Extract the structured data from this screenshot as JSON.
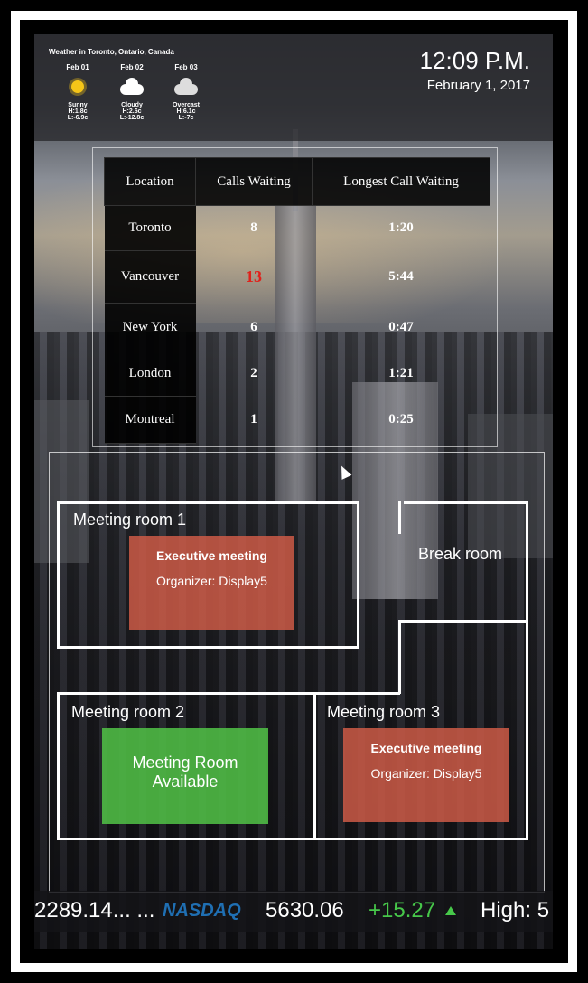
{
  "weather": {
    "title": "Weather in Toronto, Ontario, Canada",
    "days": [
      {
        "date": "Feb 01",
        "icon": "sun-icon",
        "condition": "Sunny",
        "high": "H:1.8c",
        "low": "L:-6.9c"
      },
      {
        "date": "Feb 02",
        "icon": "cloud-icon",
        "condition": "Cloudy",
        "high": "H:2.6c",
        "low": "L:-12.8c"
      },
      {
        "date": "Feb 03",
        "icon": "cloud-icon",
        "condition": "Overcast",
        "high": "H:6.1c",
        "low": "L:-7c"
      }
    ]
  },
  "clock": {
    "time": "12:09 P.M.",
    "date": "February 1, 2017"
  },
  "calls": {
    "headers": [
      "Location",
      "Calls Waiting",
      "Longest Call Waiting"
    ],
    "rows": [
      {
        "location": "Toronto",
        "waiting": "8",
        "longest": "1:20"
      },
      {
        "location": "Vancouver",
        "waiting": "13",
        "longest": "5:44"
      },
      {
        "location": "New York",
        "waiting": "6",
        "longest": "0:47"
      },
      {
        "location": "London",
        "waiting": "2",
        "longest": "1:21"
      },
      {
        "location": "Montreal",
        "waiting": "1",
        "longest": "0:25"
      }
    ],
    "alert_color": "#e0211b"
  },
  "floorplan": {
    "room1": {
      "label": "Meeting room 1",
      "title": "Executive meeting",
      "organizer": "Organizer: Display5"
    },
    "break": {
      "label": "Break room"
    },
    "room2": {
      "label": "Meeting room 2",
      "status": "Meeting Room",
      "status2": "Available"
    },
    "room3": {
      "label": "Meeting room 3",
      "title": "Executive meeting",
      "organizer": "Organizer: Display5"
    }
  },
  "ticker": {
    "prev_value": "2289.14... ...",
    "index": "NASDAQ",
    "value": "5630.06",
    "change": "+15.27",
    "high": "High: 5"
  },
  "colors": {
    "busy": "#cd5a46",
    "free": "#50be46",
    "ticker_up": "#47c84a",
    "nasdaq": "#1f6fb3"
  }
}
